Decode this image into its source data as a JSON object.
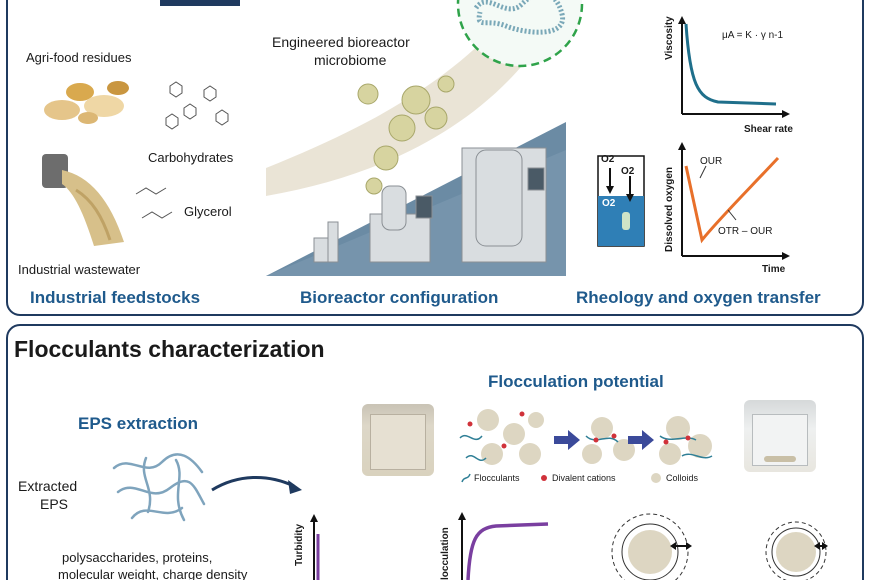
{
  "top": {
    "feedstocks": {
      "agri_label": "Agri-food residues",
      "carbs_label": "Carbohydrates",
      "glycerol_label": "Glycerol",
      "wastewater_label": "Industrial wastewater",
      "section_label": "Industrial feedstocks"
    },
    "bioreactor": {
      "microbiome_label_1": "Engineered bioreactor",
      "microbiome_label_2": "microbiome",
      "section_label": "Bioreactor configuration"
    },
    "rheology": {
      "equation": "μA = K · γ n-1",
      "viscosity_ylabel": "Viscosity",
      "viscosity_xlabel": "Shear rate",
      "do_ylabel": "Dissolved oxygen",
      "do_xlabel": "Time",
      "our_label": "OUR",
      "otr_label": "OTR – OUR",
      "o2_label": "O2",
      "section_label": "Rheology and oxygen transfer"
    }
  },
  "bottom": {
    "title": "Flocculants characterization",
    "eps": {
      "section_label": "EPS extraction",
      "extracted_label_1": "Extracted",
      "extracted_label_2": "EPS",
      "props_line_1": "polysaccharides, proteins,",
      "props_line_2": "molecular weight, charge density"
    },
    "flocculation": {
      "section_label": "Flocculation potential",
      "legend_flocculants": "Flocculants",
      "legend_cations": "Divalent cations",
      "legend_colloids": "Colloids",
      "turbidity_label": "Turbidity",
      "flocculation_label": "locculation"
    }
  },
  "colors": {
    "navy": "#1f3a5f",
    "section_blue": "#1f5a8c",
    "teal_curve": "#1f6f8b",
    "orange_curve": "#e8702a",
    "purple_curve": "#7a3fa0",
    "dashed_green": "#2fa34a",
    "cation_red": "#d0323a"
  }
}
